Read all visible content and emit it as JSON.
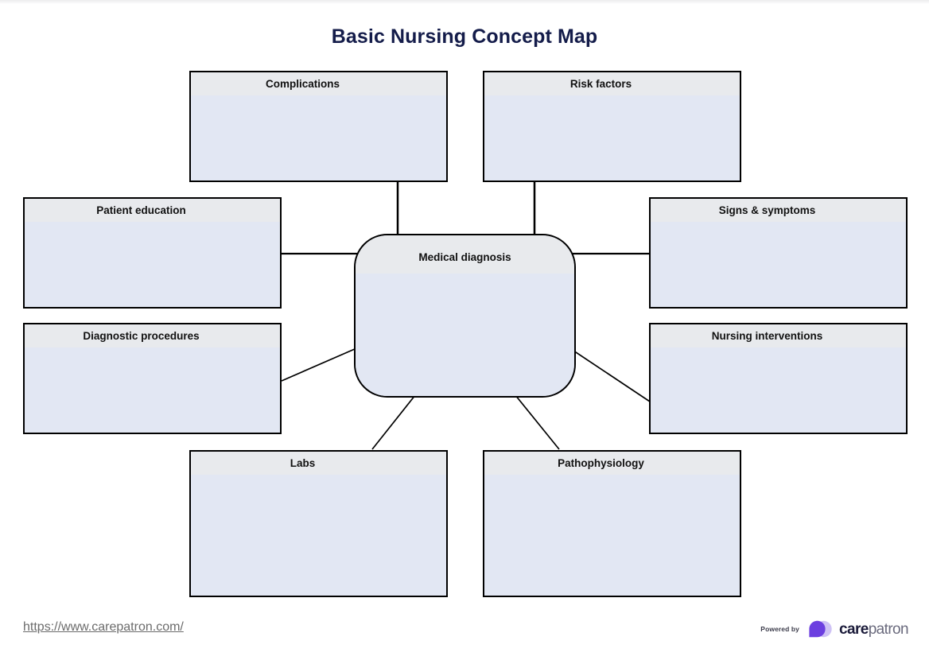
{
  "document": {
    "title": "Basic Nursing Concept Map",
    "title_color": "#141c4a",
    "background_color": "#ffffff"
  },
  "concept_map": {
    "center_node": {
      "label": "Medical diagnosis",
      "shape": "rounded-rectangle",
      "content": ""
    },
    "nodes": [
      {
        "id": "complications",
        "label": "Complications",
        "content": "",
        "position": "top-left",
        "connector": "vertical"
      },
      {
        "id": "risk-factors",
        "label": "Risk factors",
        "content": "",
        "position": "top-right",
        "connector": "vertical"
      },
      {
        "id": "patient-education",
        "label": "Patient education",
        "content": "",
        "position": "left-upper",
        "connector": "horizontal"
      },
      {
        "id": "signs-symptoms",
        "label": "Signs & symptoms",
        "content": "",
        "position": "right-upper",
        "connector": "horizontal"
      },
      {
        "id": "diagnostic-procedures",
        "label": "Diagnostic procedures",
        "content": "",
        "position": "left-lower",
        "connector": "diagonal"
      },
      {
        "id": "nursing-interventions",
        "label": "Nursing interventions",
        "content": "",
        "position": "right-lower",
        "connector": "diagonal"
      },
      {
        "id": "labs",
        "label": "Labs",
        "content": "",
        "position": "bottom-left",
        "connector": "diagonal"
      },
      {
        "id": "pathophysiology",
        "label": "Pathophysiology",
        "content": "",
        "position": "bottom-right",
        "connector": "diagonal"
      }
    ],
    "style": {
      "box_fill": "#e2e7f3",
      "box_header_fill": "#e8eaed",
      "box_border": "#000000",
      "connector_color": "#000000"
    }
  },
  "footer": {
    "url": "https://www.carepatron.com/",
    "powered_by_label": "Powered by",
    "brand_name_bold": "care",
    "brand_name_light": "patron",
    "brand_color": "#6c3fe0",
    "brand_color_light": "#cfc2f5"
  }
}
